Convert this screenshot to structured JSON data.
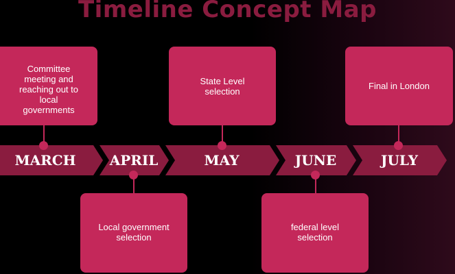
{
  "title": "Timeline Concept Map",
  "colors": {
    "title": "#8a1c3f",
    "card": "#c4285a",
    "arrow": "#8a1c3f",
    "connector": "#c4285a"
  },
  "months": [
    "MARCH",
    "APRIL",
    "MAY",
    "JUNE",
    "JULY"
  ],
  "events": [
    {
      "month": "MARCH",
      "text": "Committee meeting and reaching out to local governments"
    },
    {
      "month": "APRIL",
      "text": "Local government selection"
    },
    {
      "month": "MAY",
      "text": "State Level selection"
    },
    {
      "month": "JUNE",
      "text": "federal level selection"
    },
    {
      "month": "JULY",
      "text": "Final in London"
    }
  ]
}
